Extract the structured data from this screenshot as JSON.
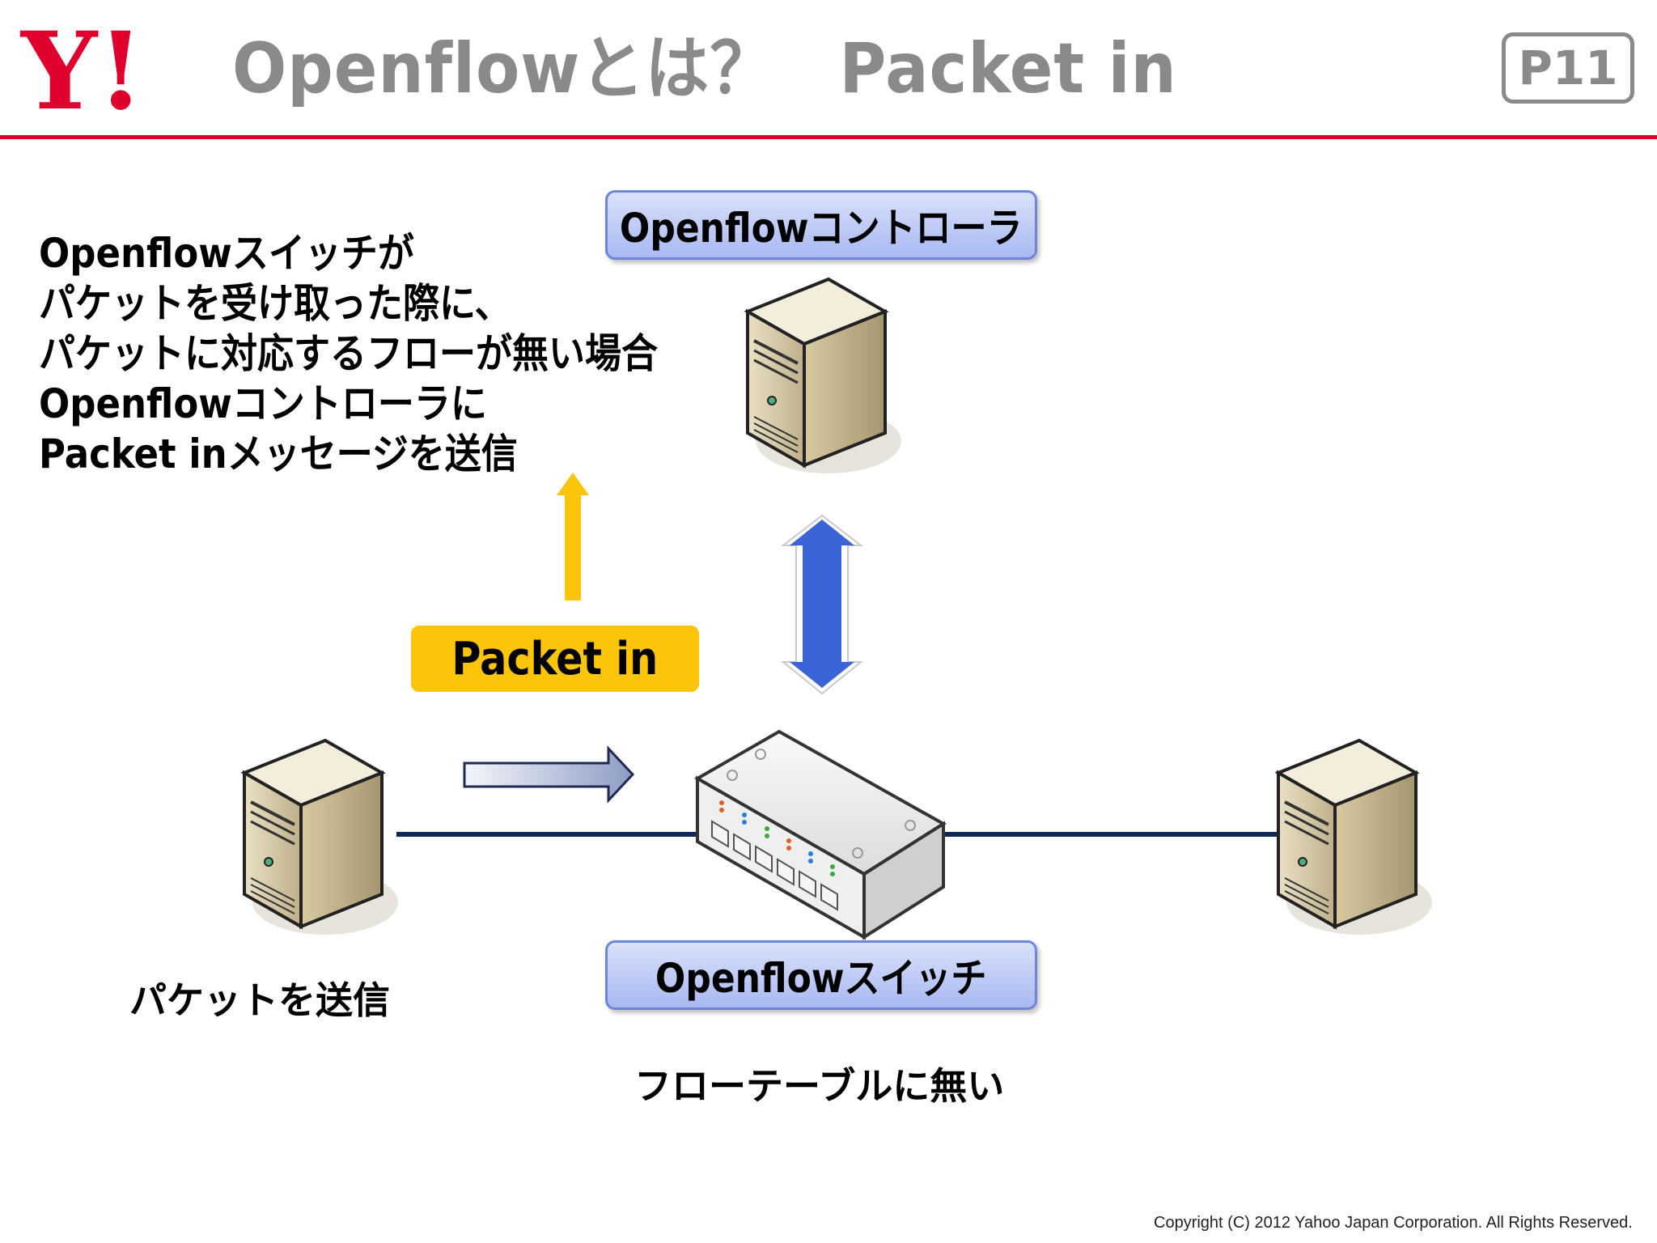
{
  "header": {
    "logo_text": "Y!",
    "title": "Openflowとは？　Packet in",
    "page_number": "P11",
    "accent_color": "#e0002e"
  },
  "description": {
    "lines": [
      "Openflowスイッチが",
      "パケットを受け取った際に、",
      "パケットに対応するフローが無い場合",
      "Openflowコントローラに",
      "Packet inメッセージを送信"
    ]
  },
  "diagram": {
    "controller_label": "Openflowコントローラ",
    "switch_label": "Openflowスイッチ",
    "packet_in_label": "Packet in",
    "send_label": "パケットを送信",
    "no_flow_label": "フローテーブルに無い",
    "icons": [
      "server-icon",
      "network-switch-icon",
      "arrow-up-icon",
      "arrow-right-icon",
      "double-arrow-icon"
    ],
    "colors": {
      "packet_in": "#fcc50a",
      "label_box": "#a8b9f1",
      "double_arrow": "#3a63d6",
      "link_line": "#0f2a5a"
    }
  },
  "footer": {
    "copyright": "Copyright (C) 2012 Yahoo Japan Corporation. All Rights Reserved."
  }
}
